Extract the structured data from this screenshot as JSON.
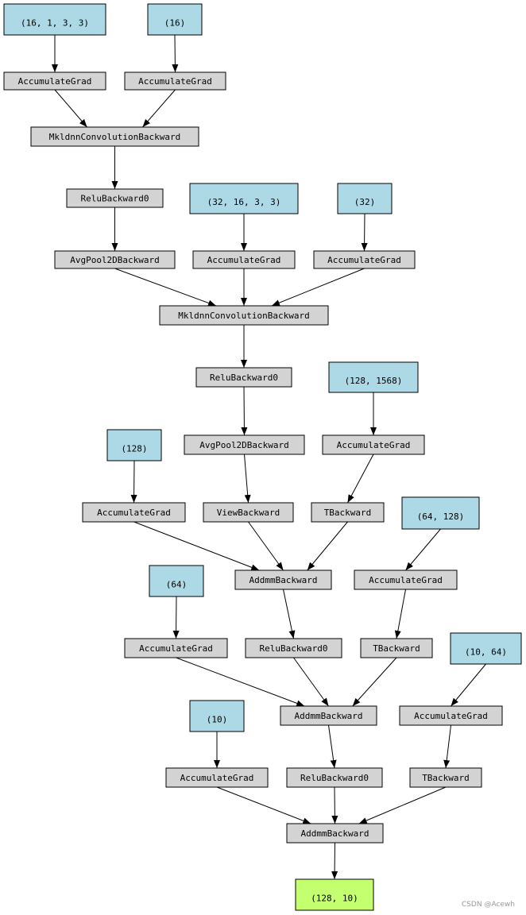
{
  "colors": {
    "param": "#add8e6",
    "op": "#d3d3d3",
    "output": "#c4ff6f",
    "stroke": "#000000"
  },
  "nodes": [
    {
      "id": "p1",
      "kind": "param",
      "label": "(16, 1, 3, 3)"
    },
    {
      "id": "p2",
      "kind": "param",
      "label": "(16)"
    },
    {
      "id": "a1",
      "kind": "op",
      "label": "AccumulateGrad"
    },
    {
      "id": "a2",
      "kind": "op",
      "label": "AccumulateGrad"
    },
    {
      "id": "c1",
      "kind": "op",
      "label": "MkldnnConvolutionBackward"
    },
    {
      "id": "r1",
      "kind": "op",
      "label": "ReluBackward0"
    },
    {
      "id": "p3",
      "kind": "param",
      "label": "(32, 16, 3, 3)"
    },
    {
      "id": "p4",
      "kind": "param",
      "label": "(32)"
    },
    {
      "id": "av1",
      "kind": "op",
      "label": "AvgPool2DBackward"
    },
    {
      "id": "a3",
      "kind": "op",
      "label": "AccumulateGrad"
    },
    {
      "id": "a4",
      "kind": "op",
      "label": "AccumulateGrad"
    },
    {
      "id": "c2",
      "kind": "op",
      "label": "MkldnnConvolutionBackward"
    },
    {
      "id": "r2",
      "kind": "op",
      "label": "ReluBackward0"
    },
    {
      "id": "p5",
      "kind": "param",
      "label": "(128, 1568)"
    },
    {
      "id": "p6",
      "kind": "param",
      "label": "(128)"
    },
    {
      "id": "av2",
      "kind": "op",
      "label": "AvgPool2DBackward"
    },
    {
      "id": "a5",
      "kind": "op",
      "label": "AccumulateGrad"
    },
    {
      "id": "a6",
      "kind": "op",
      "label": "AccumulateGrad"
    },
    {
      "id": "vb",
      "kind": "op",
      "label": "ViewBackward"
    },
    {
      "id": "t1",
      "kind": "op",
      "label": "TBackward"
    },
    {
      "id": "p7",
      "kind": "param",
      "label": "(64, 128)"
    },
    {
      "id": "am1",
      "kind": "op",
      "label": "AddmmBackward"
    },
    {
      "id": "a7",
      "kind": "op",
      "label": "AccumulateGrad"
    },
    {
      "id": "p8",
      "kind": "param",
      "label": "(64)"
    },
    {
      "id": "a8",
      "kind": "op",
      "label": "AccumulateGrad"
    },
    {
      "id": "r3",
      "kind": "op",
      "label": "ReluBackward0"
    },
    {
      "id": "t2",
      "kind": "op",
      "label": "TBackward"
    },
    {
      "id": "p9",
      "kind": "param",
      "label": "(10, 64)"
    },
    {
      "id": "p10",
      "kind": "param",
      "label": "(10)"
    },
    {
      "id": "am2",
      "kind": "op",
      "label": "AddmmBackward"
    },
    {
      "id": "a9",
      "kind": "op",
      "label": "AccumulateGrad"
    },
    {
      "id": "a10",
      "kind": "op",
      "label": "AccumulateGrad"
    },
    {
      "id": "r4",
      "kind": "op",
      "label": "ReluBackward0"
    },
    {
      "id": "t3",
      "kind": "op",
      "label": "TBackward"
    },
    {
      "id": "am3",
      "kind": "op",
      "label": "AddmmBackward"
    },
    {
      "id": "out",
      "kind": "output",
      "label": "(128, 10)"
    }
  ],
  "edges": [
    [
      "p1",
      "a1"
    ],
    [
      "p2",
      "a2"
    ],
    [
      "a1",
      "c1"
    ],
    [
      "a2",
      "c1"
    ],
    [
      "c1",
      "r1"
    ],
    [
      "r1",
      "av1"
    ],
    [
      "p3",
      "a3"
    ],
    [
      "p4",
      "a4"
    ],
    [
      "av1",
      "c2"
    ],
    [
      "a3",
      "c2"
    ],
    [
      "a4",
      "c2"
    ],
    [
      "c2",
      "r2"
    ],
    [
      "r2",
      "av2"
    ],
    [
      "p5",
      "a5"
    ],
    [
      "a5",
      "t1"
    ],
    [
      "av2",
      "vb"
    ],
    [
      "p6",
      "a6"
    ],
    [
      "a6",
      "am1"
    ],
    [
      "vb",
      "am1"
    ],
    [
      "t1",
      "am1"
    ],
    [
      "p7",
      "a7"
    ],
    [
      "a7",
      "t2"
    ],
    [
      "am1",
      "r3"
    ],
    [
      "p8",
      "a8"
    ],
    [
      "a8",
      "am2"
    ],
    [
      "r3",
      "am2"
    ],
    [
      "t2",
      "am2"
    ],
    [
      "p9",
      "a9"
    ],
    [
      "a9",
      "t3"
    ],
    [
      "am2",
      "r4"
    ],
    [
      "p10",
      "a10"
    ],
    [
      "a10",
      "am3"
    ],
    [
      "r4",
      "am3"
    ],
    [
      "t3",
      "am3"
    ],
    [
      "am3",
      "out"
    ]
  ],
  "watermark": "CSDN @Acewh"
}
